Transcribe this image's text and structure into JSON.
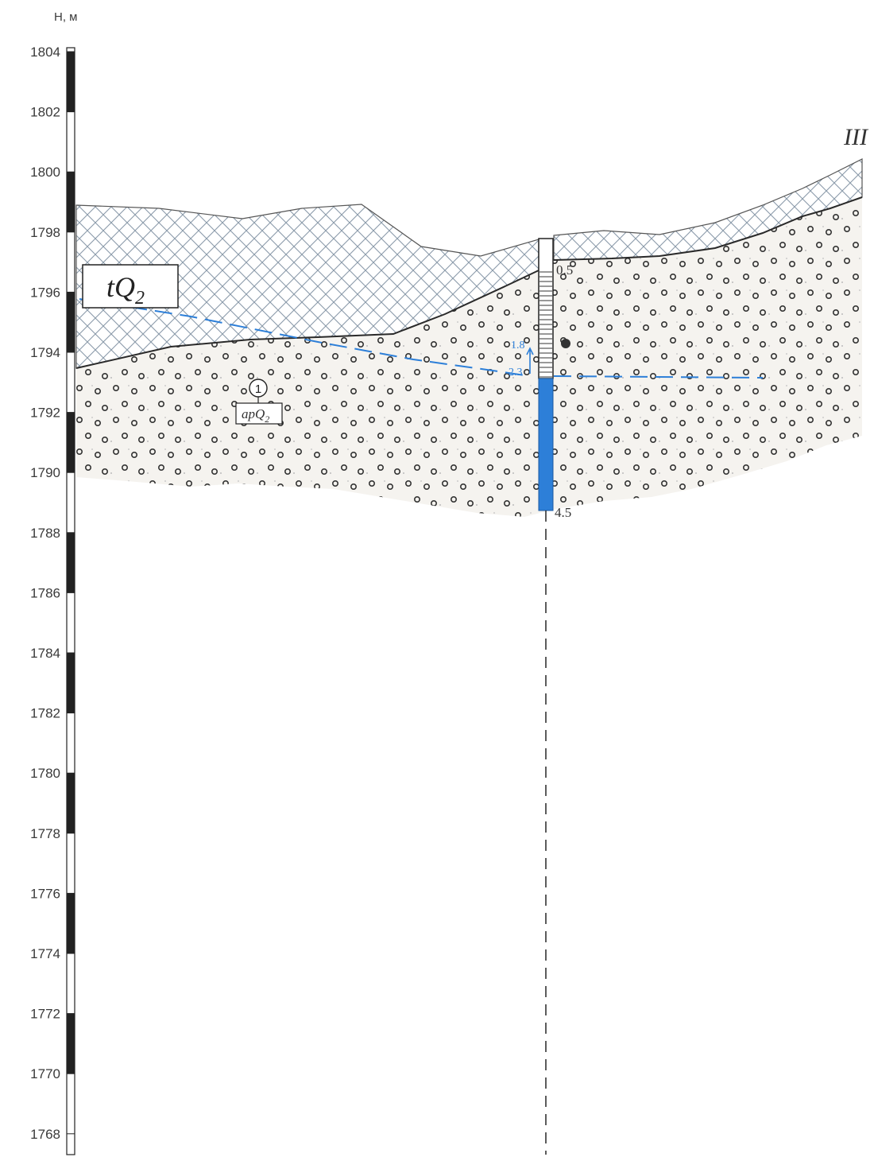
{
  "axis": {
    "unit_label": "Н, м",
    "ticks": [
      "1804",
      "1802",
      "1800",
      "1798",
      "1796",
      "1794",
      "1792",
      "1790",
      "1788",
      "1786",
      "1784",
      "1782",
      "1780",
      "1778",
      "1776",
      "1774",
      "1772",
      "1770",
      "1768"
    ]
  },
  "section_label": "III",
  "layers": {
    "upper": {
      "index": "tQ",
      "sub": "2"
    },
    "lower": {
      "number": "1",
      "index": "apQ",
      "sub": "2"
    }
  },
  "well": {
    "top_depth": "0.5",
    "bottom_depth": "4.5",
    "water_level_depth": "2.3",
    "water_rise": "1.8"
  },
  "colors": {
    "water": "#2d7fd8",
    "hatch": "#8a9aaa",
    "ink": "#2a2a2a",
    "gravel_fill": "#f5f3ef"
  }
}
